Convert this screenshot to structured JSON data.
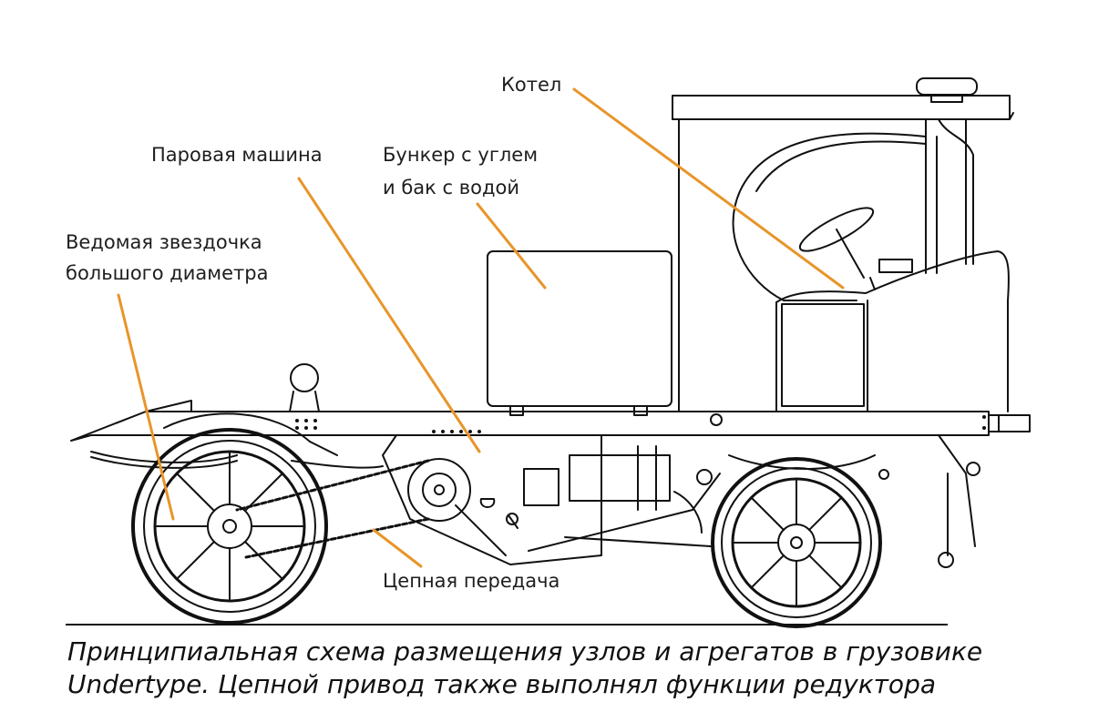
{
  "labels": {
    "boiler": "Котел",
    "steam_engine": "Паровая машина",
    "bunker_line1": "Бункер с углем",
    "bunker_line2": "и бак с водой",
    "sprocket_line1": "Ведомая звездочка",
    "sprocket_line2": "большого диаметра",
    "chain": "Цепная передача"
  },
  "caption": {
    "line1": "Принципиальная схема размещения узлов и агрегатов в грузовике",
    "line2": "Undertype. Цепной привод также выполнял функции редуктора"
  },
  "colors": {
    "leader_line": "#e8952a",
    "drawing_stroke": "#111111",
    "background": "#ffffff"
  }
}
